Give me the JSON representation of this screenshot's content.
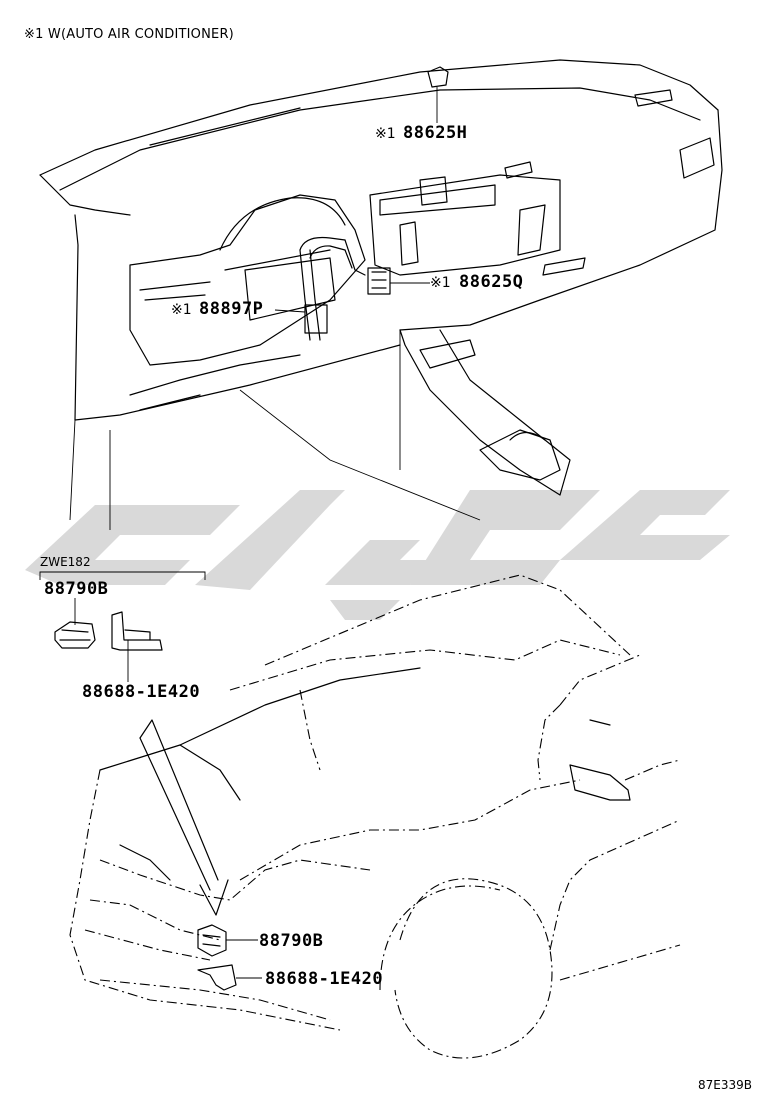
{
  "header_note": "※1 W(AUTO AIR CONDITIONER)",
  "group_label": "ZWE182",
  "diagram_code": "87E339B",
  "callouts": [
    {
      "mark": "※1",
      "part": "88625H"
    },
    {
      "mark": "※1",
      "part": "88625Q"
    },
    {
      "mark": "※1",
      "part": "88897P"
    }
  ],
  "group_parts": [
    "88790B",
    "88688-1E420"
  ],
  "car_parts": [
    "88790B",
    "88688-1E420"
  ]
}
